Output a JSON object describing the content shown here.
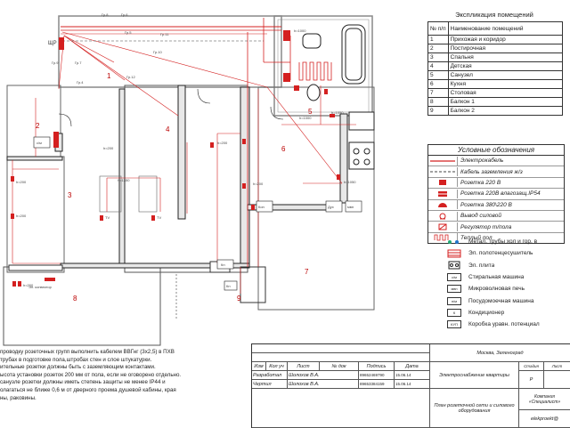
{
  "plan": {
    "panel_label": "ЩР",
    "groups": [
      "Гр.9",
      "Гр.8",
      "Гр.7",
      "Гр.6",
      "Гр.5",
      "Гр.10",
      "Гр.11",
      "Гр.12",
      "Гр.4"
    ],
    "room_numbers": [
      "1",
      "2",
      "3",
      "4",
      "5",
      "6",
      "7",
      "8",
      "9"
    ],
    "heights": [
      "h=1000",
      "h=200",
      "h=200",
      "h=200",
      "h=1350",
      "h=200",
      "h=200",
      "h=200",
      "h=1050",
      "h=1050",
      "h=1000"
    ],
    "appliance_labels": [
      "с/м",
      "Дух",
      "мвп",
      "Кон",
      "Кн",
      "Кн",
      "TV",
      "TV"
    ],
    "side_note": "Эл. конвектор"
  },
  "explication": {
    "title": "Экспликация помещений",
    "header_num": "№ п/п",
    "header_name": "Наименование помещений",
    "rooms": [
      {
        "n": "1",
        "name": "Прихожая и коридор"
      },
      {
        "n": "2",
        "name": "Постирочная"
      },
      {
        "n": "3",
        "name": "Спальня"
      },
      {
        "n": "4",
        "name": "Детская"
      },
      {
        "n": "5",
        "name": "Санузел"
      },
      {
        "n": "6",
        "name": "Кухня"
      },
      {
        "n": "7",
        "name": "Столовая"
      },
      {
        "n": "8",
        "name": "Балкон 1"
      },
      {
        "n": "9",
        "name": "Балкон 2"
      }
    ]
  },
  "legend": {
    "title": "Условные обозначения",
    "items": [
      {
        "icon": "red-line-symbol",
        "label": "Электрокабель"
      },
      {
        "icon": "dashed-line-symbol",
        "label": "Кабель заземления ж/з"
      },
      {
        "icon": "socket-220-symbol",
        "label": "Розетка 220 В"
      },
      {
        "icon": "socket-waterproof-symbol",
        "label": "Розетка 220В влагозащ.IP54"
      },
      {
        "icon": "socket-380-symbol",
        "label": "Розетка 380\\220 В"
      },
      {
        "icon": "power-outlet-symbol",
        "label": "Вывод силовой"
      },
      {
        "icon": "regulator-symbol",
        "label": "Регулятор т/пола"
      },
      {
        "icon": "floor-heating-symbol",
        "label": "Теплый пол"
      }
    ]
  },
  "legend2": {
    "items": [
      {
        "sym": "",
        "label": "Метал. трубы хол и гор. в"
      },
      {
        "sym": "",
        "label": "Эл. полотенцесушитель"
      },
      {
        "sym": "",
        "label": "Эл. плита"
      },
      {
        "sym": "с/м",
        "label": "Стиральная машина"
      },
      {
        "sym": "мвп",
        "label": "Микроволновая печь"
      },
      {
        "sym": "п/м",
        "label": "Посудомоечная машина"
      },
      {
        "sym": "К",
        "label": "Кондиционер"
      },
      {
        "sym": "КУП",
        "label": "Коробка уравн. потенциал"
      }
    ]
  },
  "notes": [
    "проводку розеточных групп выполнить кабелем ВВГнг (3х2,5)  в ПХВ",
    "трубах в подготовке пола,штробах стен и слое штукатурки.",
    "ительные розетки должны быть с заземляющим контактами.",
    "ысота установки розеток 200 мм от пола, если не оговорено отдельно.",
    "санузле  розетки должны иметь степень защиты не менее IP44  и",
    "олагаться  не ближе 0,6 м от дверного проема душевой кабины,  края",
    "ны, раковины."
  ],
  "stamp": {
    "location": "Москва, Зеленоград",
    "col_labels": [
      "Изм",
      "Кол уч",
      "Лист",
      "№ док",
      "Подпись",
      "Дата"
    ],
    "row1": {
      "role": "Разработал",
      "name": "Шолохов В.А.",
      "doc": "89652469790",
      "date": "15.06.14"
    },
    "row2": {
      "role": "Чертил",
      "name": "Шолохов В.А.",
      "doc": "89653384159",
      "date": "15.06.14"
    },
    "project": "Электроснабжение квартиры",
    "sheet_title": "План розеточной сети и силового оборудования",
    "stage_label": "Стадия",
    "stage": "Р",
    "sheet_label": "Лист",
    "company": "Компания «Специалист»",
    "email": "elekproekt@"
  }
}
